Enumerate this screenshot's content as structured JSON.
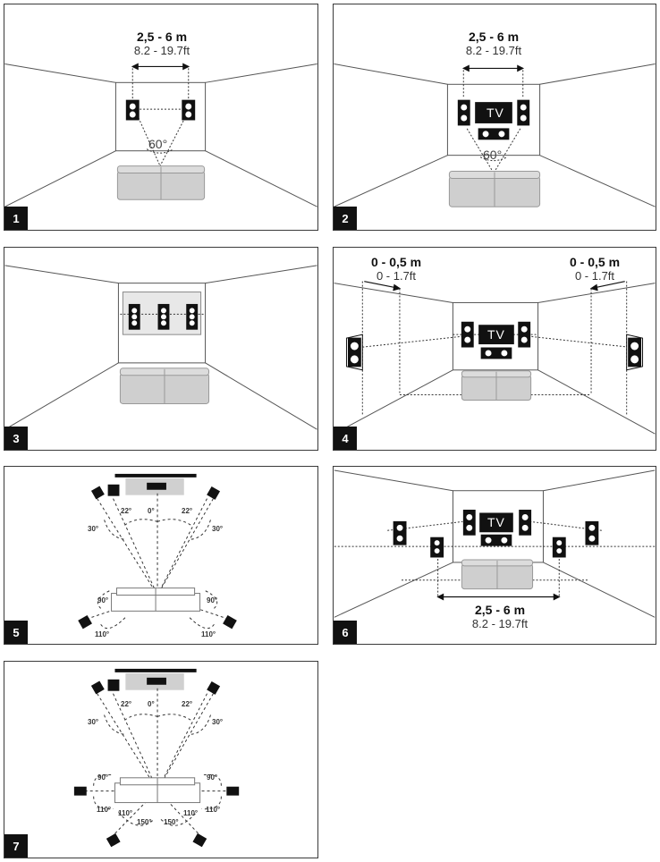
{
  "panels": [
    {
      "number": "1",
      "distance_m": "2,5 - 6 m",
      "distance_ft": "8.2 - 19.7ft",
      "angle": "60°"
    },
    {
      "number": "2",
      "distance_m": "2,5 - 6 m",
      "distance_ft": "8.2 - 19.7ft",
      "angle": "60°",
      "tv": "TV"
    },
    {
      "number": "3"
    },
    {
      "number": "4",
      "tv": "TV",
      "left_m": "0 - 0,5 m",
      "left_ft": "0 - 1.7ft",
      "right_m": "0 - 0,5 m",
      "right_ft": "0 - 1.7ft"
    },
    {
      "number": "5",
      "angles": [
        "22°",
        "0°",
        "22°",
        "30°",
        "30°",
        "90°",
        "90°",
        "110°",
        "110°"
      ]
    },
    {
      "number": "6",
      "tv": "TV",
      "distance_m": "2,5 - 6 m",
      "distance_ft": "8.2 - 19.7ft"
    },
    {
      "number": "7",
      "angles": [
        "22°",
        "0°",
        "22°",
        "30°",
        "30°",
        "90°",
        "90°",
        "110°",
        "110°",
        "110°",
        "110°",
        "150°",
        "150°"
      ]
    }
  ]
}
